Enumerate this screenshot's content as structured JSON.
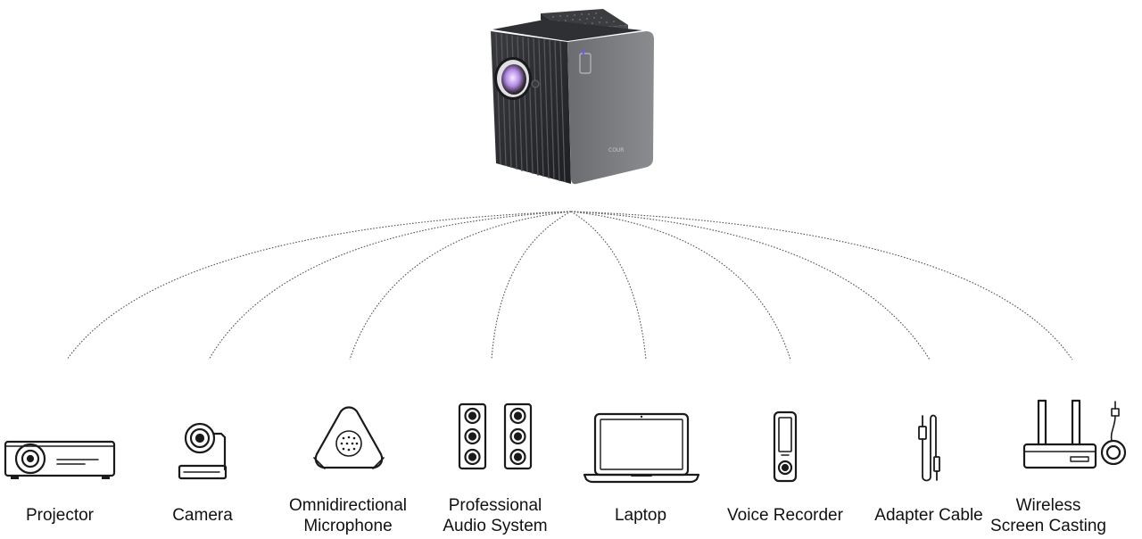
{
  "hub": {
    "name": "conference-hub-device",
    "brand_text": "COUR"
  },
  "devices": [
    {
      "id": "projector",
      "label": "Projector",
      "icon": "projector-icon"
    },
    {
      "id": "camera",
      "label": "Camera",
      "icon": "camera-icon"
    },
    {
      "id": "microphone",
      "label": "Omnidirectional\nMicrophone",
      "icon": "microphone-icon"
    },
    {
      "id": "audio",
      "label": "Professional\nAudio System",
      "icon": "speaker-icon"
    },
    {
      "id": "laptop",
      "label": "Laptop",
      "icon": "laptop-icon"
    },
    {
      "id": "recorder",
      "label": "Voice Recorder",
      "icon": "voice-recorder-icon"
    },
    {
      "id": "cable",
      "label": "Adapter Cable",
      "icon": "adapter-cable-icon"
    },
    {
      "id": "casting",
      "label": "Wireless\nScreen Casting",
      "icon": "wireless-casting-icon"
    }
  ],
  "colors": {
    "device_body": "#5f6164",
    "fins": "#2a2b2e",
    "line": "#555555",
    "icon_stroke": "#1a1a1a"
  }
}
